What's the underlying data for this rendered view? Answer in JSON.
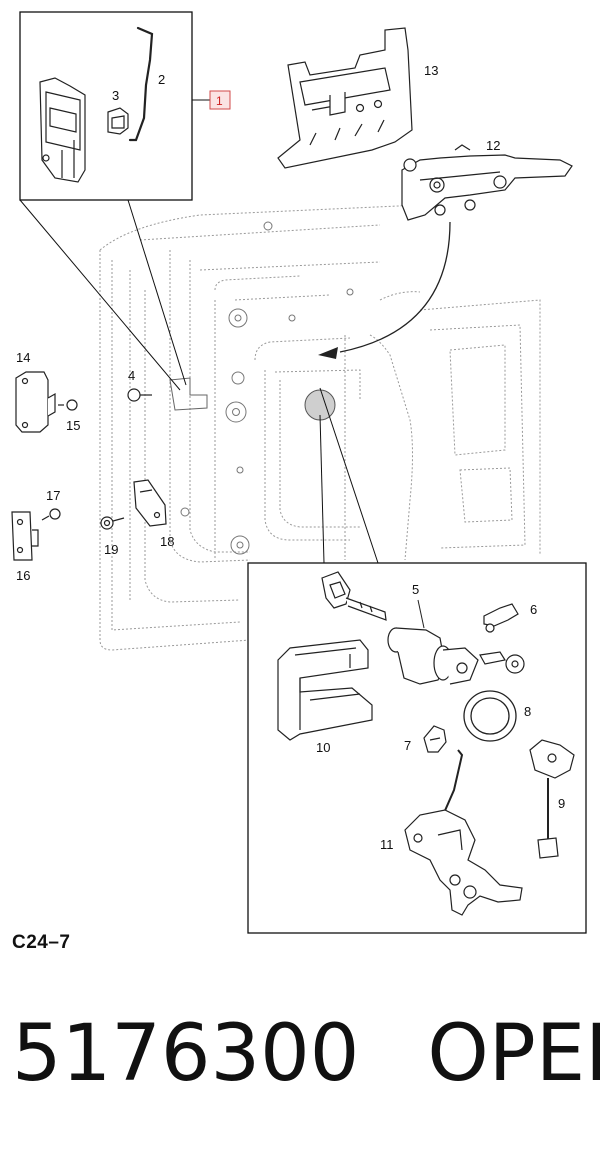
{
  "diagram": {
    "callouts": {
      "c1": "1",
      "c2": "2",
      "c3": "3",
      "c4": "4",
      "c5": "5",
      "c6": "6",
      "c7": "7",
      "c8": "8",
      "c9": "9",
      "c10": "10",
      "c11": "11",
      "c12": "12",
      "c13": "13",
      "c14": "14",
      "c15": "15",
      "c16": "16",
      "c17": "17",
      "c18": "18",
      "c19": "19"
    }
  },
  "figure_code": "C24–7",
  "part_number": "5176300",
  "brand": "OPEL"
}
